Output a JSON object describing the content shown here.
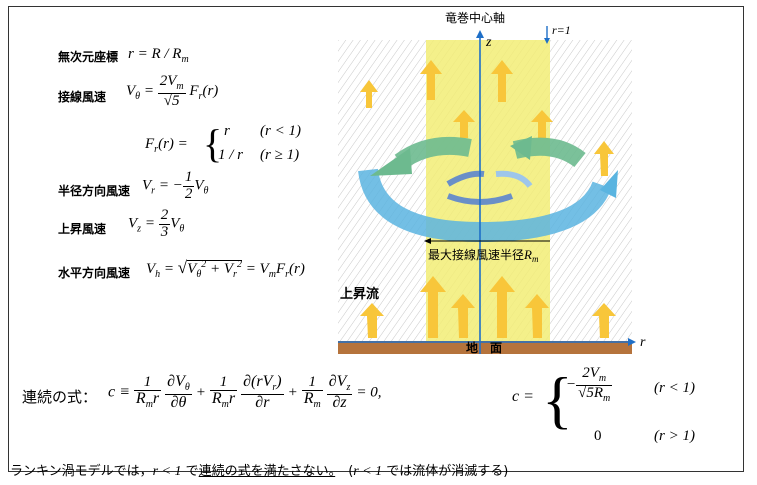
{
  "left_panel": {
    "label_dimless": "無次元座標",
    "eq_dimless": "r = R / R",
    "eq_dimless_sub": "m",
    "label_tangential": "接線風速",
    "label_radial": "半径方向風速",
    "label_updraft": "上昇風速",
    "label_horizontal": "水平方向風速",
    "cond_lt": "(r < 1)",
    "cond_ge": "(r ≥ 1)"
  },
  "diagram": {
    "axis_top_label": "竜巻中心軸",
    "z_label": "z",
    "r1_label": "r=1",
    "r_axis_label": "r",
    "max_radius_label": "最大接線風速半径",
    "max_radius_symbol": "R",
    "max_radius_sub": "m",
    "updraft_label": "上昇流",
    "ground_label": "地　面",
    "colors": {
      "core": "#f4f08a",
      "hatch": "#c8c8c8",
      "arrow_yellow": "#f8c63a",
      "swirl_blue": "#5ab4e0",
      "swirl_green": "#6dba8f",
      "axis_blue": "#1e6fc8",
      "ground": "#b5733c"
    }
  },
  "continuity": {
    "label": "連続の式：",
    "case_lt": "(r < 1)",
    "case_gt": "(r > 1)",
    "zero": "0"
  },
  "bottom": {
    "text_a": "ランキン渦モデルでは，",
    "text_b": "r < 1",
    "text_c": " で",
    "text_underlined": "連続の式を満たさない。",
    "text_d": "　(",
    "text_e": "r < 1",
    "text_f": " では流体が消滅する)"
  }
}
